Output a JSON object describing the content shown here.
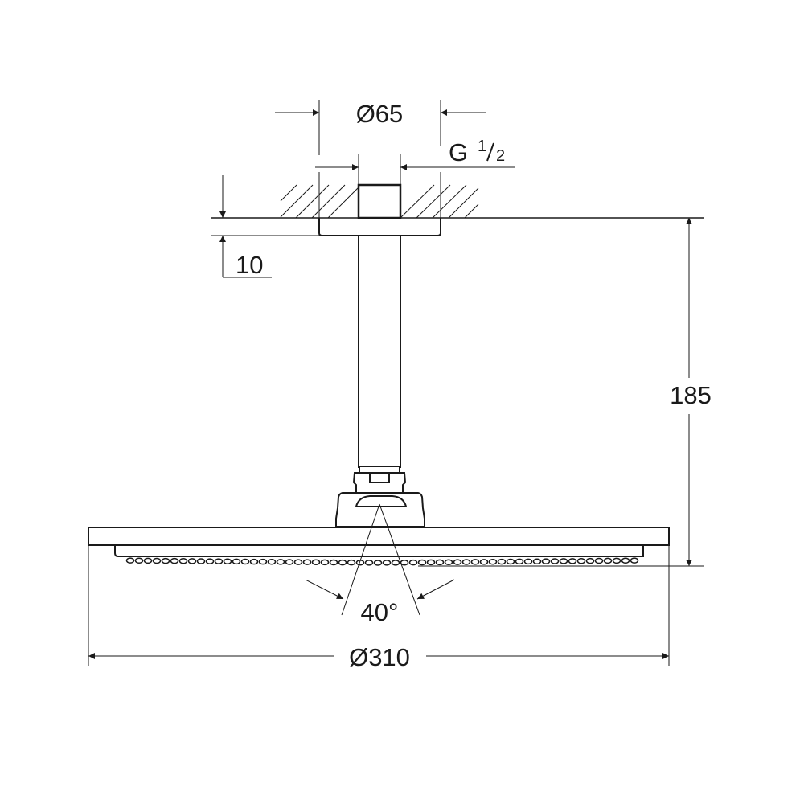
{
  "dimensions": {
    "flange_diameter": "Ø65",
    "thread_prefix": "G",
    "thread_num": "1",
    "thread_den": "2",
    "flange_height": "10",
    "total_height": "185",
    "spray_angle": "40°",
    "head_diameter": "Ø310"
  },
  "colors": {
    "line": "#1a1a1a",
    "background": "#ffffff"
  }
}
